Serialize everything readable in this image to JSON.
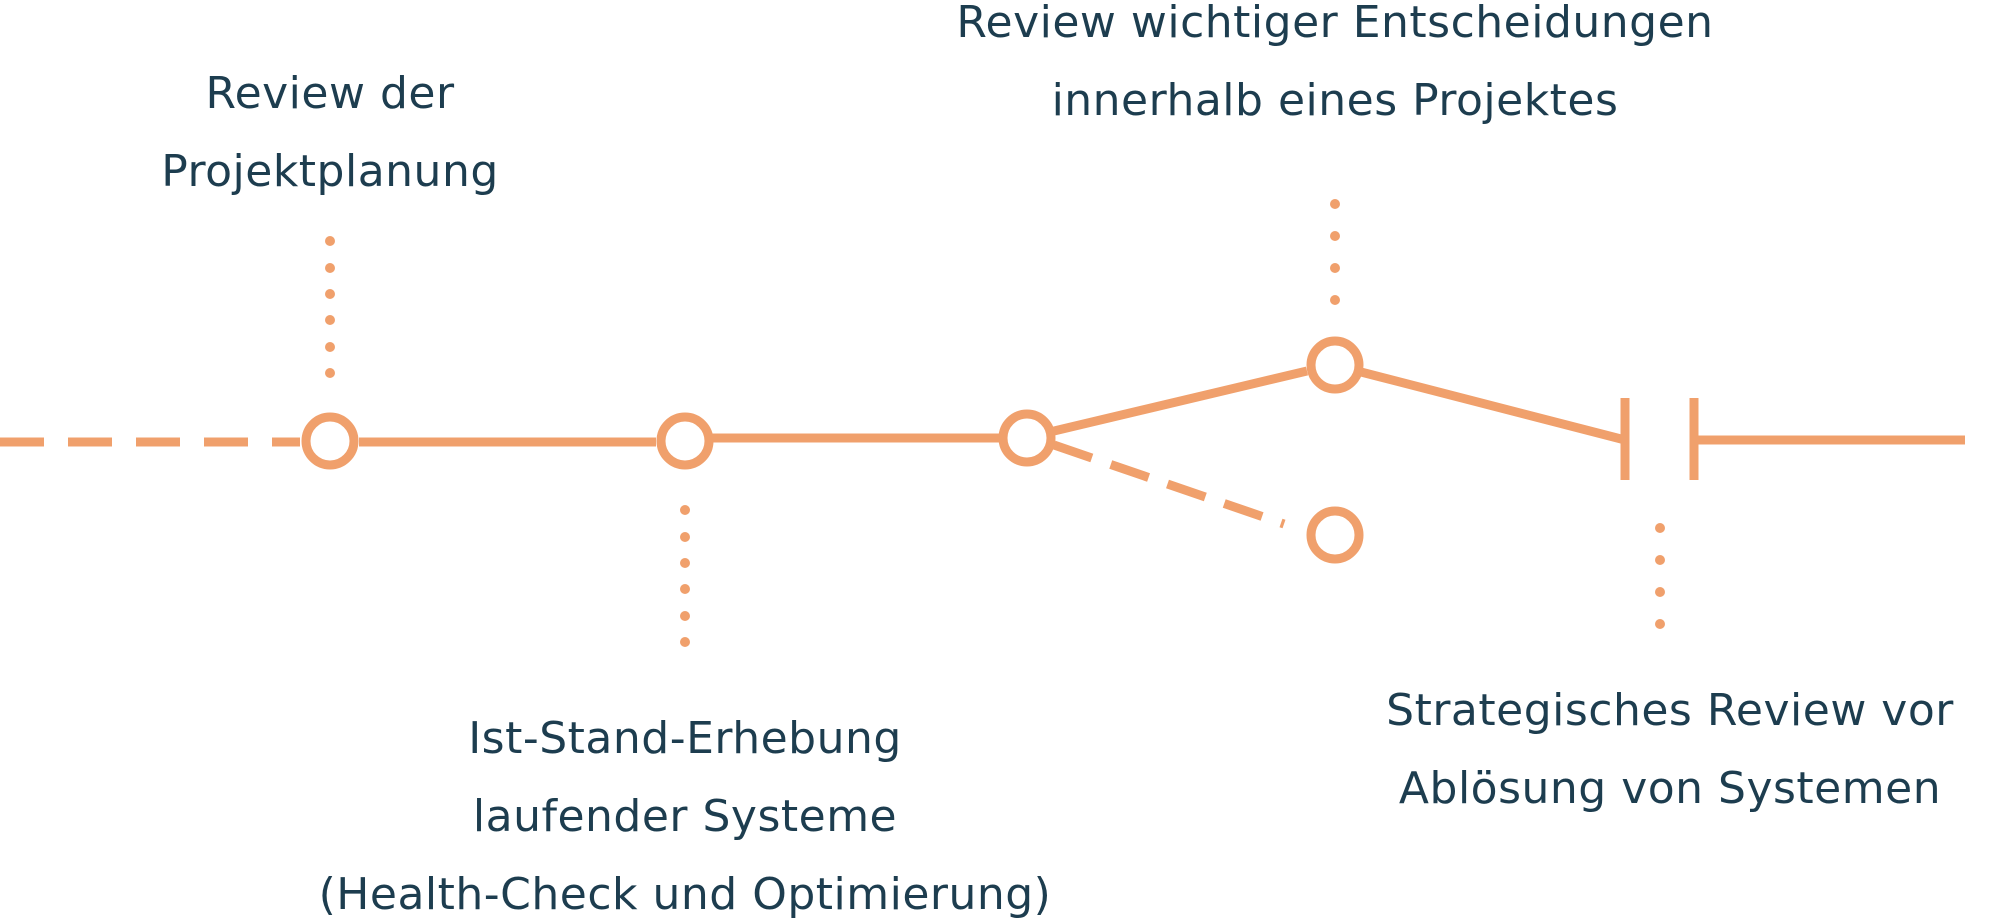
{
  "colors": {
    "accent": "#f0a06c",
    "text": "#1d3d4f",
    "background": "#ffffff"
  },
  "labels": {
    "planning": {
      "lines": [
        "Review der",
        "Projektplanung"
      ]
    },
    "decisions": {
      "lines": [
        "Review wichtiger Entscheidungen",
        "innerhalb eines Projektes"
      ]
    },
    "status": {
      "lines": [
        "Ist-Stand-Erhebung",
        "laufender Systeme",
        "(Health-Check und Optimierung)"
      ]
    },
    "strategic": {
      "lines": [
        "Strategisches Review vor",
        "Ablösung von Systemen"
      ]
    }
  }
}
